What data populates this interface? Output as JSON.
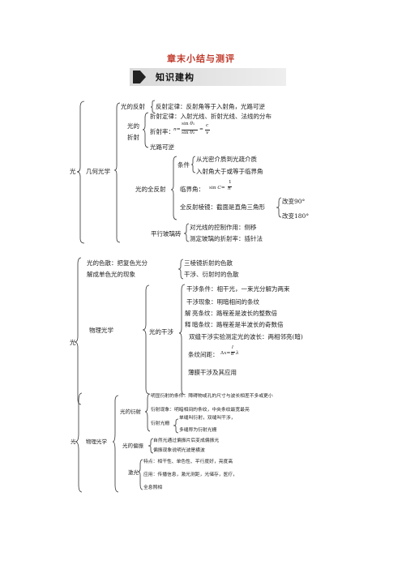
{
  "page": {
    "title": "章末小结与测评",
    "section_banner": "知识建构"
  },
  "block1": {
    "root": "光",
    "branch": "几何光学",
    "reflection": {
      "label": "光的反射",
      "law": "反射定律：反射角等于入射角，光路可逆"
    },
    "refraction": {
      "label_line1": "光的",
      "label_line2": "折射",
      "law": "折射定律：入射光线、折射光线、法线的分布",
      "index_prefix": "折射率：",
      "index_formula": "n=sinθ₁/sinθ₂=c/v",
      "reversible": "光路可逆"
    },
    "total_reflection": {
      "label": "光的全反射",
      "conditions_label": "条件",
      "condition_1": "从光密介质到光疏介质",
      "condition_2": "入射角大于或等于临界角",
      "critical_angle_prefix": "临界角：",
      "critical_angle_formula": "sin C=1/n",
      "prism": "全反射棱镜：截面是直角三角形",
      "prism_90": "改变90°",
      "prism_180": "改变180°"
    },
    "glass_slab": {
      "label": "平行玻璃砖",
      "use_1": "对光线的控制作用：侧移",
      "use_2": "测定玻璃的折射率：插针法"
    }
  },
  "block2": {
    "root": "光",
    "dispersion_line1": "光的色散：把复色光分",
    "dispersion_line2": "解成单色光的现象",
    "dispersion_1": "三棱镜折射的色散",
    "dispersion_2": "干涉、衍射时的色散",
    "branch": "物理光学",
    "interference": {
      "label": "光的干涉",
      "condition": "干涉条件：相干光，一束光分解为两束",
      "phenomenon": "干涉现象：明暗相间的条纹",
      "bright_char": "解",
      "bright": "亮条纹：路程差是波长的整数倍",
      "dark_char": "释",
      "dark": "暗条纹：路程差是半波长的奇数倍",
      "double_slit": "双缝干涉实验测定光的波长：两相邻亮(暗)",
      "spacing_prefix": "条纹间距：",
      "spacing_formula": "Δx=(l/d)λ",
      "thin_film": "薄膜干涉及其应用"
    }
  },
  "block3": {
    "root": "光",
    "branch": "物理光学",
    "diffraction": {
      "label": "光的衍射",
      "condition": "明显衍射的条件：障碍物或孔的尺寸与波长相差不多或更小",
      "phenomenon": "衍射现象：明暗相间的条纹，中央条纹最宽最亮",
      "grating_label": "衍射光栅",
      "grating_1": "单缝叫衍射，双缝叫干涉，",
      "grating_2": "多缝称为衍射光栅"
    },
    "polarization": {
      "label": "光的偏振",
      "item_1": "自然光通过偏振片后变成偏振光",
      "item_2": "偏振现象说明光波是横波"
    },
    "laser": {
      "label": "激光",
      "features": "特点：相干性、单色性、平行度好，亮度高",
      "applications": "应用：传播信息，激光测距，光储存，医疗，",
      "holography": "全息照相"
    }
  }
}
